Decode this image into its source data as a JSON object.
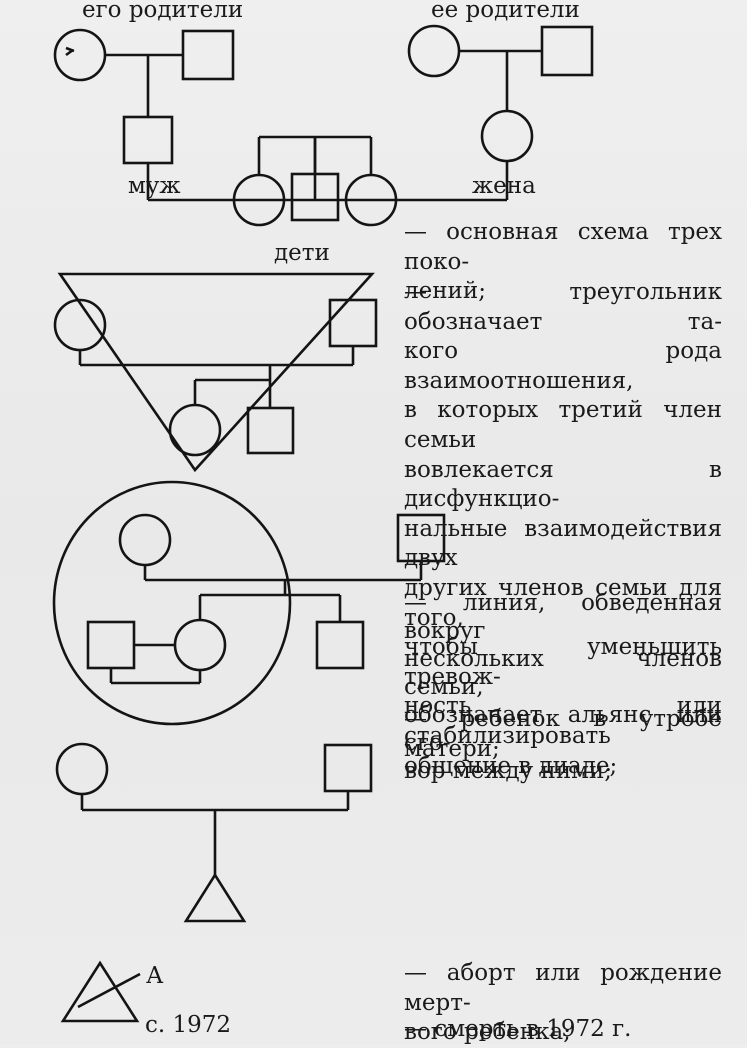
{
  "labels": {
    "his_parents": "его родители",
    "her_parents": "ее родители",
    "husband": "муж",
    "wife": "жена",
    "children": "дети",
    "abortion_letter": "А",
    "death_year": "с. 1972"
  },
  "descriptions": {
    "basic_scheme": [
      "— основная схема трех поко-",
      "лений;"
    ],
    "triangle": [
      "— треугольник обозначает та-",
      "кого рода взаимоотношения,",
      "в которых третий член семьи",
      "вовлекается в дисфункцио-",
      "нальные взаимодействия двух",
      "других членов семьи для того,",
      "чтобы уменьшить тревож-",
      "ность или стабилизировать",
      "общение в диаде;"
    ],
    "alliance": [
      "— линия, обведенная вокруг",
      "нескольких членов семьи,",
      "обозначает альянс или сго-",
      "вор между ними;"
    ],
    "womb": [
      "— ребенок в утробе матери;"
    ],
    "abortion": [
      "— аборт или рождение мерт-",
      "вого ребенка;"
    ],
    "death": [
      "— смерть в 1972 г."
    ]
  }
}
